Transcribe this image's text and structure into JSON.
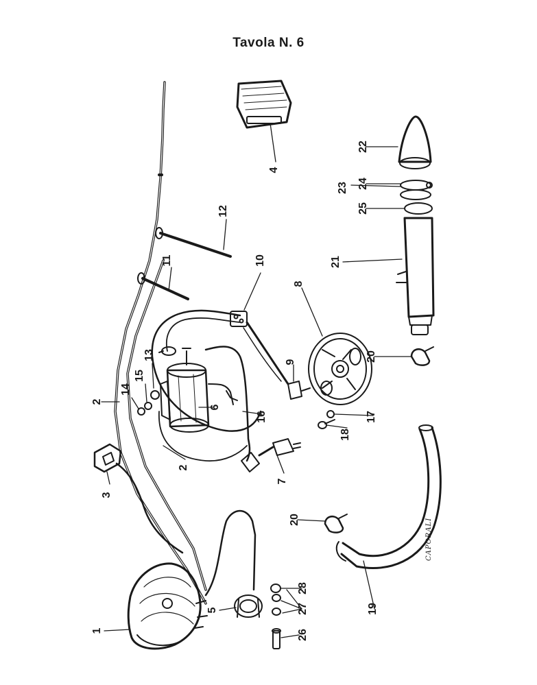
{
  "plate": {
    "title": "Tavola N. 6",
    "signature": "CAPORALI",
    "part_numbers": [
      "1",
      "2",
      "2",
      "3",
      "4",
      "5",
      "6",
      "7",
      "8",
      "9",
      "10",
      "11",
      "12",
      "13",
      "14",
      "15",
      "16",
      "17",
      "18",
      "19",
      "20",
      "20",
      "21",
      "22",
      "23",
      "24",
      "25",
      "26",
      "27",
      "28"
    ]
  },
  "colors": {
    "ink": "#1a1a1a",
    "paper": "#ffffff"
  }
}
